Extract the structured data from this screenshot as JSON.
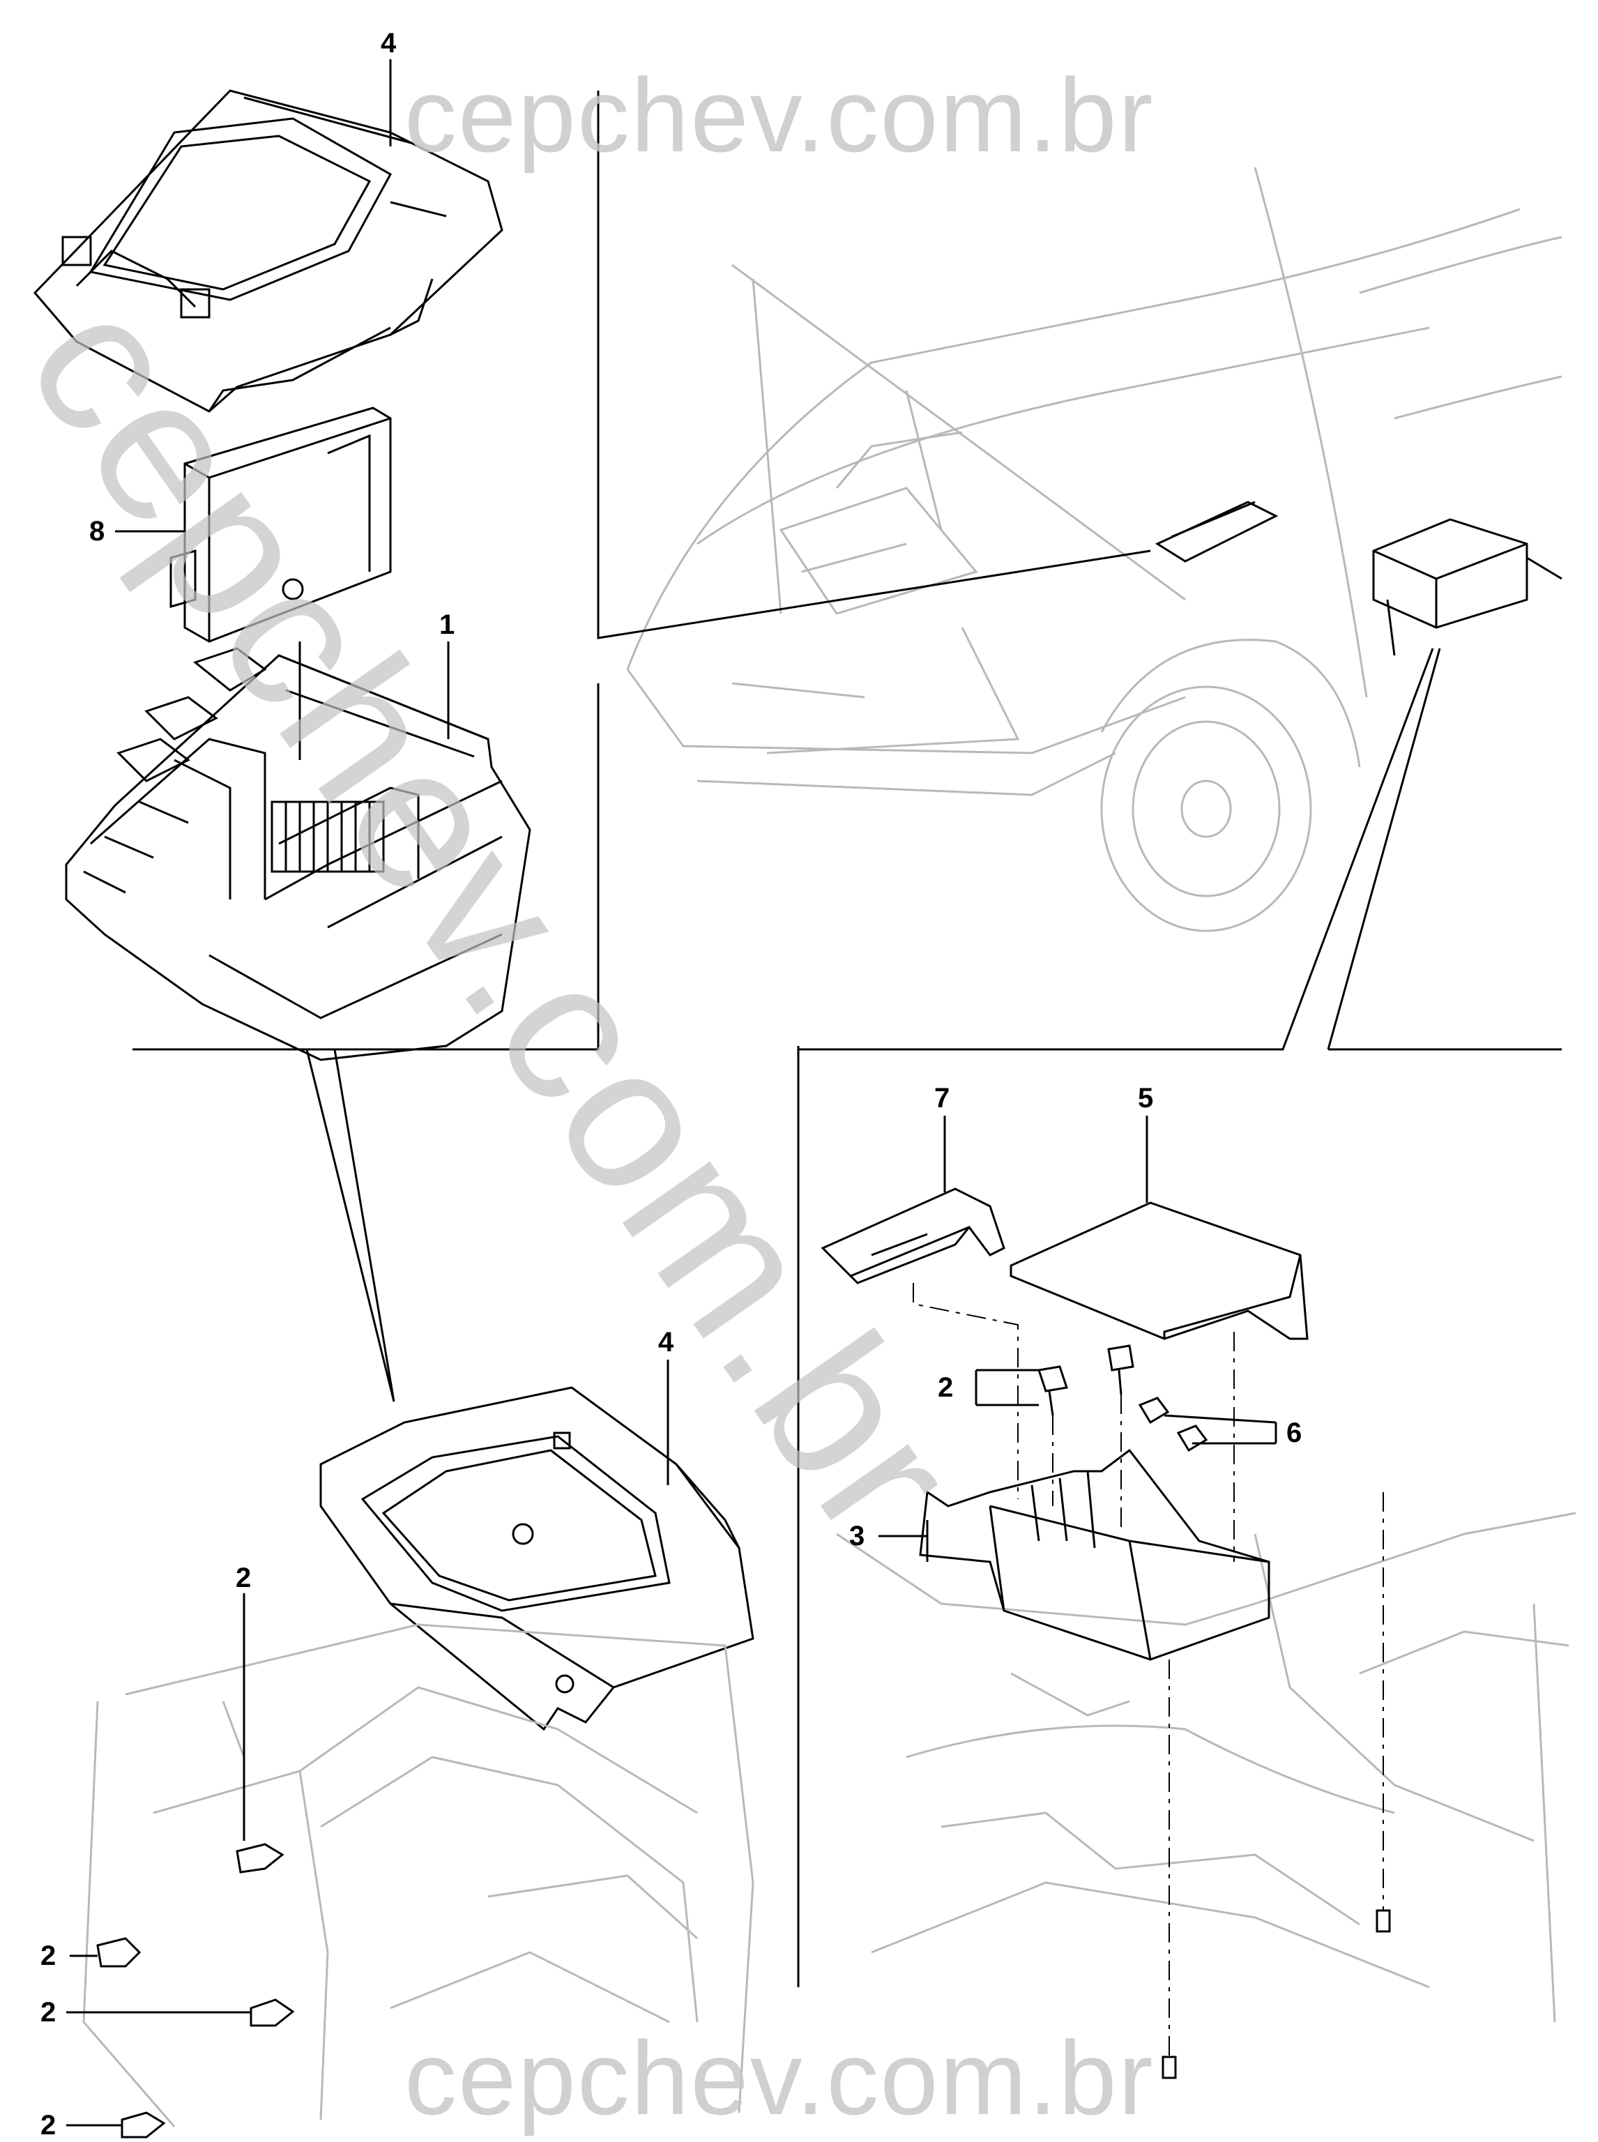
{
  "watermarks": {
    "top": "cepchev.com.br",
    "bottom": "cepchev.com.br",
    "diagonal": "cepchev.com.br"
  },
  "callouts": {
    "c4_top": "4",
    "c8": "8",
    "c1": "1",
    "c4_mid": "4",
    "c2_a": "2",
    "c2_b": "2",
    "c2_c": "2",
    "c2_d": "2",
    "c7": "7",
    "c5": "5",
    "c2_e": "2",
    "c6": "6",
    "c3": "3"
  },
  "colors": {
    "line": "#000000",
    "background_line": "#b0b0b0",
    "watermark": "#c2c2c2"
  }
}
